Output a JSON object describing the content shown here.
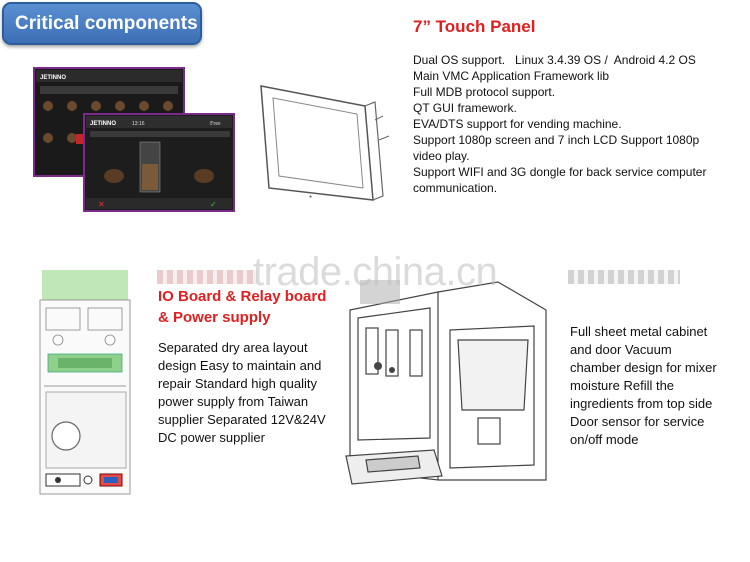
{
  "header": {
    "title": "Critical components"
  },
  "touch_panel": {
    "title": "7” Touch Panel",
    "lines": [
      "Dual OS support.   Linux 3.4.39 OS /  Android 4.2 OS",
      "Main VMC Application Framework lib",
      "Full MDB protocol support.",
      "QT GUI framework.",
      "EVA/DTS support for vending machine.",
      "Support 1080p screen and 7 inch LCD Support 1080p",
      "video play.",
      "Support WIFI and 3G dongle for back service computer",
      "communication."
    ],
    "screen_brand": "JETINNO",
    "screen_time": "13:16",
    "screen_label": "Free"
  },
  "io_board": {
    "title": "IO Board & Relay board & Power supply",
    "description": "Separated dry area layout design Easy to maintain and repair Standard high quality power supply from Taiwan supplier Separated 12V&24V DC power supplier"
  },
  "cabinet": {
    "description": "Full sheet metal cabinet and door Vacuum chamber design for mixer moisture Refill the ingredients from top side Door sensor for service on/off mode"
  },
  "watermark": "trade.china.cn",
  "colors": {
    "badge": "#3d6fb4",
    "accent_red": "#e02020"
  }
}
